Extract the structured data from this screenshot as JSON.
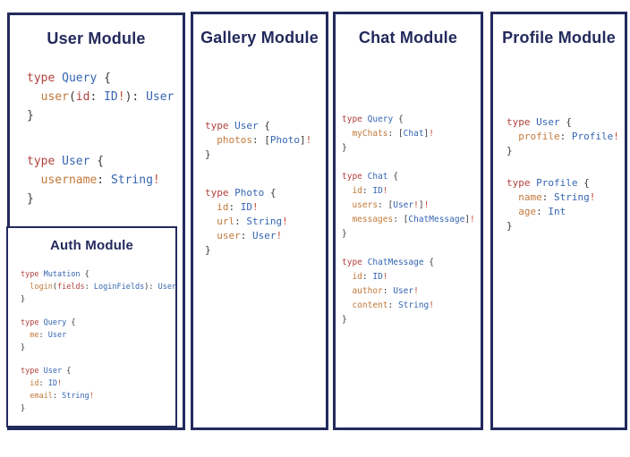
{
  "colors": {
    "title": "#232a5c",
    "border": "#232a5c",
    "kw": "#b0423d",
    "ty": "#3565b2",
    "fl": "#c2793a",
    "bg": "#c14a3a",
    "punct": "#3a3a3a"
  },
  "panels": [
    {
      "title": "User Module",
      "blocks": [
        [
          [
            {
              "c": "k",
              "t": "type"
            },
            {
              "c": "p",
              "t": " "
            },
            {
              "c": "t",
              "t": "Query"
            },
            {
              "c": "p",
              "t": " {"
            }
          ],
          [
            {
              "c": "f",
              "t": "  user"
            },
            {
              "c": "p",
              "t": "("
            },
            {
              "c": "k",
              "t": "id"
            },
            {
              "c": "p",
              "t": ": "
            },
            {
              "c": "t",
              "t": "ID"
            },
            {
              "c": "b",
              "t": "!"
            },
            {
              "c": "p",
              "t": "): "
            },
            {
              "c": "t",
              "t": "User"
            }
          ],
          [
            {
              "c": "p",
              "t": "}"
            }
          ]
        ],
        [
          [
            {
              "c": "k",
              "t": "type"
            },
            {
              "c": "p",
              "t": " "
            },
            {
              "c": "t",
              "t": "User"
            },
            {
              "c": "p",
              "t": " {"
            }
          ],
          [
            {
              "c": "f",
              "t": "  username"
            },
            {
              "c": "p",
              "t": ": "
            },
            {
              "c": "t",
              "t": "String"
            },
            {
              "c": "b",
              "t": "!"
            }
          ],
          [
            {
              "c": "p",
              "t": "}"
            }
          ]
        ]
      ],
      "sub_panel": {
        "title": "Auth Module",
        "blocks": [
          [
            [
              {
                "c": "k",
                "t": "type"
              },
              {
                "c": "p",
                "t": " "
              },
              {
                "c": "t",
                "t": "Mutation"
              },
              {
                "c": "p",
                "t": " {"
              }
            ],
            [
              {
                "c": "f",
                "t": "  login"
              },
              {
                "c": "p",
                "t": "("
              },
              {
                "c": "k",
                "t": "fields"
              },
              {
                "c": "p",
                "t": ": "
              },
              {
                "c": "t",
                "t": "LoginFields"
              },
              {
                "c": "p",
                "t": "): "
              },
              {
                "c": "t",
                "t": "User"
              }
            ],
            [
              {
                "c": "p",
                "t": "}"
              }
            ]
          ],
          [
            [
              {
                "c": "k",
                "t": "type"
              },
              {
                "c": "p",
                "t": " "
              },
              {
                "c": "t",
                "t": "Query"
              },
              {
                "c": "p",
                "t": " {"
              }
            ],
            [
              {
                "c": "f",
                "t": "  me"
              },
              {
                "c": "p",
                "t": ": "
              },
              {
                "c": "t",
                "t": "User"
              }
            ],
            [
              {
                "c": "p",
                "t": "}"
              }
            ]
          ],
          [
            [
              {
                "c": "k",
                "t": "type"
              },
              {
                "c": "p",
                "t": " "
              },
              {
                "c": "t",
                "t": "User"
              },
              {
                "c": "p",
                "t": " {"
              }
            ],
            [
              {
                "c": "f",
                "t": "  id"
              },
              {
                "c": "p",
                "t": ": "
              },
              {
                "c": "t",
                "t": "ID"
              },
              {
                "c": "b",
                "t": "!"
              }
            ],
            [
              {
                "c": "f",
                "t": "  email"
              },
              {
                "c": "p",
                "t": ": "
              },
              {
                "c": "t",
                "t": "String"
              },
              {
                "c": "b",
                "t": "!"
              }
            ],
            [
              {
                "c": "p",
                "t": "}"
              }
            ]
          ]
        ]
      }
    },
    {
      "title": "Gallery Module",
      "blocks": [
        [
          [
            {
              "c": "k",
              "t": "type"
            },
            {
              "c": "p",
              "t": " "
            },
            {
              "c": "t",
              "t": "User"
            },
            {
              "c": "p",
              "t": " {"
            }
          ],
          [
            {
              "c": "f",
              "t": "  photos"
            },
            {
              "c": "p",
              "t": ": ["
            },
            {
              "c": "t",
              "t": "Photo"
            },
            {
              "c": "p",
              "t": "]"
            },
            {
              "c": "b",
              "t": "!"
            }
          ],
          [
            {
              "c": "p",
              "t": "}"
            }
          ]
        ],
        [
          [
            {
              "c": "k",
              "t": "type"
            },
            {
              "c": "p",
              "t": " "
            },
            {
              "c": "t",
              "t": "Photo"
            },
            {
              "c": "p",
              "t": " {"
            }
          ],
          [
            {
              "c": "f",
              "t": "  id"
            },
            {
              "c": "p",
              "t": ": "
            },
            {
              "c": "t",
              "t": "ID"
            },
            {
              "c": "b",
              "t": "!"
            }
          ],
          [
            {
              "c": "f",
              "t": "  url"
            },
            {
              "c": "p",
              "t": ": "
            },
            {
              "c": "t",
              "t": "String"
            },
            {
              "c": "b",
              "t": "!"
            }
          ],
          [
            {
              "c": "f",
              "t": "  user"
            },
            {
              "c": "p",
              "t": ": "
            },
            {
              "c": "t",
              "t": "User"
            },
            {
              "c": "b",
              "t": "!"
            }
          ],
          [
            {
              "c": "p",
              "t": "}"
            }
          ]
        ]
      ]
    },
    {
      "title": "Chat Module",
      "blocks": [
        [
          [
            {
              "c": "k",
              "t": "type"
            },
            {
              "c": "p",
              "t": " "
            },
            {
              "c": "t",
              "t": "Query"
            },
            {
              "c": "p",
              "t": " {"
            }
          ],
          [
            {
              "c": "f",
              "t": "  myChats"
            },
            {
              "c": "p",
              "t": ": ["
            },
            {
              "c": "t",
              "t": "Chat"
            },
            {
              "c": "p",
              "t": "]"
            },
            {
              "c": "b",
              "t": "!"
            }
          ],
          [
            {
              "c": "p",
              "t": "}"
            }
          ]
        ],
        [
          [
            {
              "c": "k",
              "t": "type"
            },
            {
              "c": "p",
              "t": " "
            },
            {
              "c": "t",
              "t": "Chat"
            },
            {
              "c": "p",
              "t": " {"
            }
          ],
          [
            {
              "c": "f",
              "t": "  id"
            },
            {
              "c": "p",
              "t": ": "
            },
            {
              "c": "t",
              "t": "ID"
            },
            {
              "c": "b",
              "t": "!"
            }
          ],
          [
            {
              "c": "f",
              "t": "  users"
            },
            {
              "c": "p",
              "t": ": ["
            },
            {
              "c": "t",
              "t": "User"
            },
            {
              "c": "b",
              "t": "!"
            },
            {
              "c": "p",
              "t": "]"
            },
            {
              "c": "b",
              "t": "!"
            }
          ],
          [
            {
              "c": "f",
              "t": "  messages"
            },
            {
              "c": "p",
              "t": ": ["
            },
            {
              "c": "t",
              "t": "ChatMessage"
            },
            {
              "c": "p",
              "t": "]"
            },
            {
              "c": "b",
              "t": "!"
            }
          ],
          [
            {
              "c": "p",
              "t": "}"
            }
          ]
        ],
        [
          [
            {
              "c": "k",
              "t": "type"
            },
            {
              "c": "p",
              "t": " "
            },
            {
              "c": "t",
              "t": "ChatMessage"
            },
            {
              "c": "p",
              "t": " {"
            }
          ],
          [
            {
              "c": "f",
              "t": "  id"
            },
            {
              "c": "p",
              "t": ": "
            },
            {
              "c": "t",
              "t": "ID"
            },
            {
              "c": "b",
              "t": "!"
            }
          ],
          [
            {
              "c": "f",
              "t": "  author"
            },
            {
              "c": "p",
              "t": ": "
            },
            {
              "c": "t",
              "t": "User"
            },
            {
              "c": "b",
              "t": "!"
            }
          ],
          [
            {
              "c": "f",
              "t": "  content"
            },
            {
              "c": "p",
              "t": ": "
            },
            {
              "c": "t",
              "t": "String"
            },
            {
              "c": "b",
              "t": "!"
            }
          ],
          [
            {
              "c": "p",
              "t": "}"
            }
          ]
        ]
      ]
    },
    {
      "title": "Profile Module",
      "blocks": [
        [
          [
            {
              "c": "k",
              "t": "type"
            },
            {
              "c": "p",
              "t": " "
            },
            {
              "c": "t",
              "t": "User"
            },
            {
              "c": "p",
              "t": " {"
            }
          ],
          [
            {
              "c": "f",
              "t": "  profile"
            },
            {
              "c": "p",
              "t": ": "
            },
            {
              "c": "t",
              "t": "Profile"
            },
            {
              "c": "b",
              "t": "!"
            }
          ],
          [
            {
              "c": "p",
              "t": "}"
            }
          ]
        ],
        [
          [
            {
              "c": "k",
              "t": "type"
            },
            {
              "c": "p",
              "t": " "
            },
            {
              "c": "t",
              "t": "Profile"
            },
            {
              "c": "p",
              "t": " {"
            }
          ],
          [
            {
              "c": "f",
              "t": "  name"
            },
            {
              "c": "p",
              "t": ": "
            },
            {
              "c": "t",
              "t": "String"
            },
            {
              "c": "b",
              "t": "!"
            }
          ],
          [
            {
              "c": "f",
              "t": "  age"
            },
            {
              "c": "p",
              "t": ": "
            },
            {
              "c": "t",
              "t": "Int"
            }
          ],
          [
            {
              "c": "p",
              "t": "}"
            }
          ]
        ]
      ]
    }
  ]
}
